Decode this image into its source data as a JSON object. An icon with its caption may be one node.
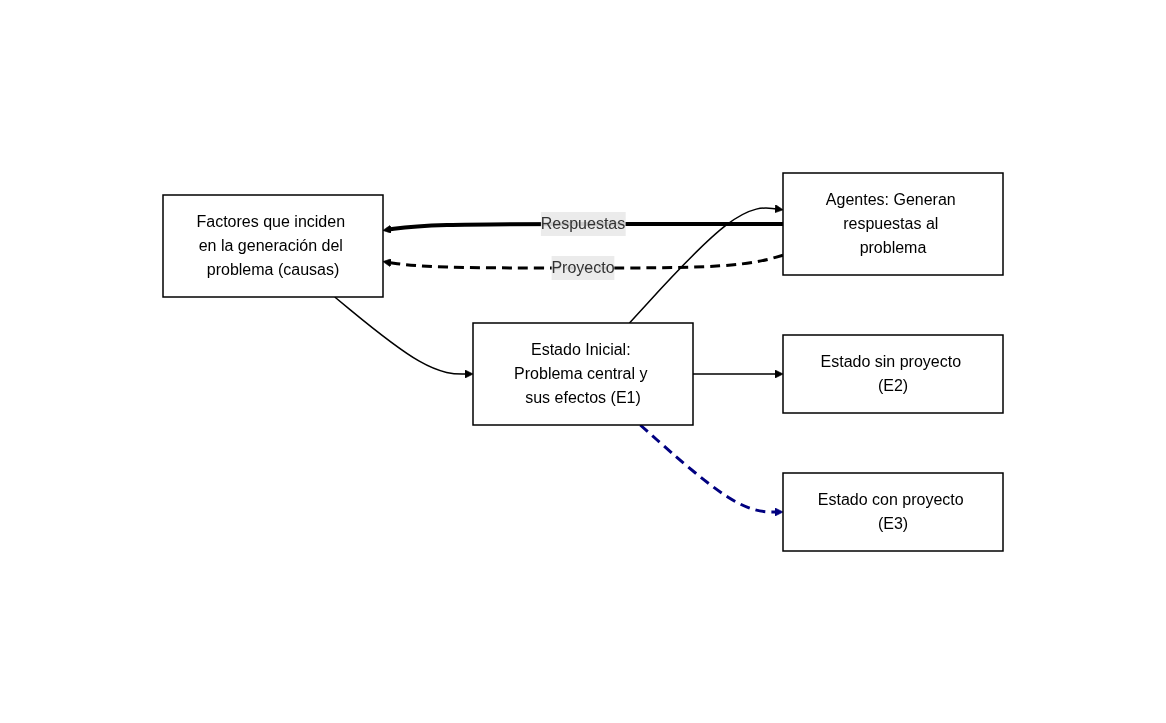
{
  "diagram": {
    "nodes": [
      {
        "text": [
          "Factores que inciden en la generación del problema (causas)"
        ]
      },
      {
        "text": [
          "Estado Inicial: Problema central y sus efectos (E1)"
        ]
      },
      {
        "text": [
          "Agentes: Generan respuestas al problema"
        ]
      },
      {
        "text": [
          "Estado sin proyecto (E2)"
        ]
      },
      {
        "text": [
          "Estado con proyecto (E3)"
        ]
      }
    ],
    "edges": [
      {
        "from": 0,
        "to": 1,
        "arrow": "to"
      },
      {
        "from": 1,
        "to": 2,
        "arrow": "to"
      },
      {
        "from": 2,
        "to": 0,
        "arrow": "to",
        "label": "Respuestas",
        "style": "thick"
      },
      {
        "from": 1,
        "to": 3,
        "arrow": "to"
      },
      {
        "from": 1,
        "to": 4,
        "arrow": "to",
        "style": "dashed",
        "color": "#000080"
      },
      {
        "from": 2,
        "to": 0,
        "arrow": "to",
        "label": "Proyecto",
        "style": "dashed"
      }
    ]
  }
}
